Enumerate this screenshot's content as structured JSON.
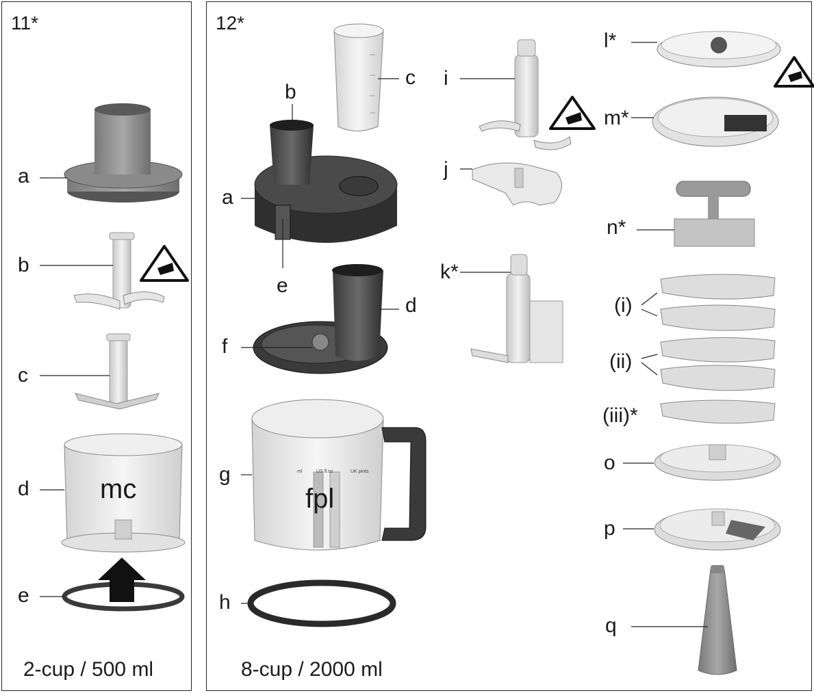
{
  "panel11": {
    "title": "11*",
    "footer": "2-cup / 500 ml",
    "labels": {
      "a": "a",
      "b": "b",
      "c": "c",
      "d": "d",
      "e": "e"
    },
    "bowl_mark": "mc"
  },
  "panel12": {
    "title": "12*",
    "footer": "8-cup / 2000 ml",
    "labels": {
      "a": "a",
      "b": "b",
      "c": "c",
      "d": "d",
      "e": "e",
      "f": "f",
      "g": "g",
      "h": "h",
      "i": "i",
      "j": "j",
      "k": "k*",
      "l": "l*",
      "m": "m*",
      "n": "n*",
      "i2": "(i)",
      "ii": "(ii)",
      "iii": "(iii)*",
      "o": "o",
      "p": "p",
      "q": "q"
    },
    "bowl_mark": "fpl",
    "scale_headers": [
      "ml",
      "US fl.oz",
      "UK pints"
    ]
  },
  "icons": [
    "blade-warning-icon"
  ]
}
